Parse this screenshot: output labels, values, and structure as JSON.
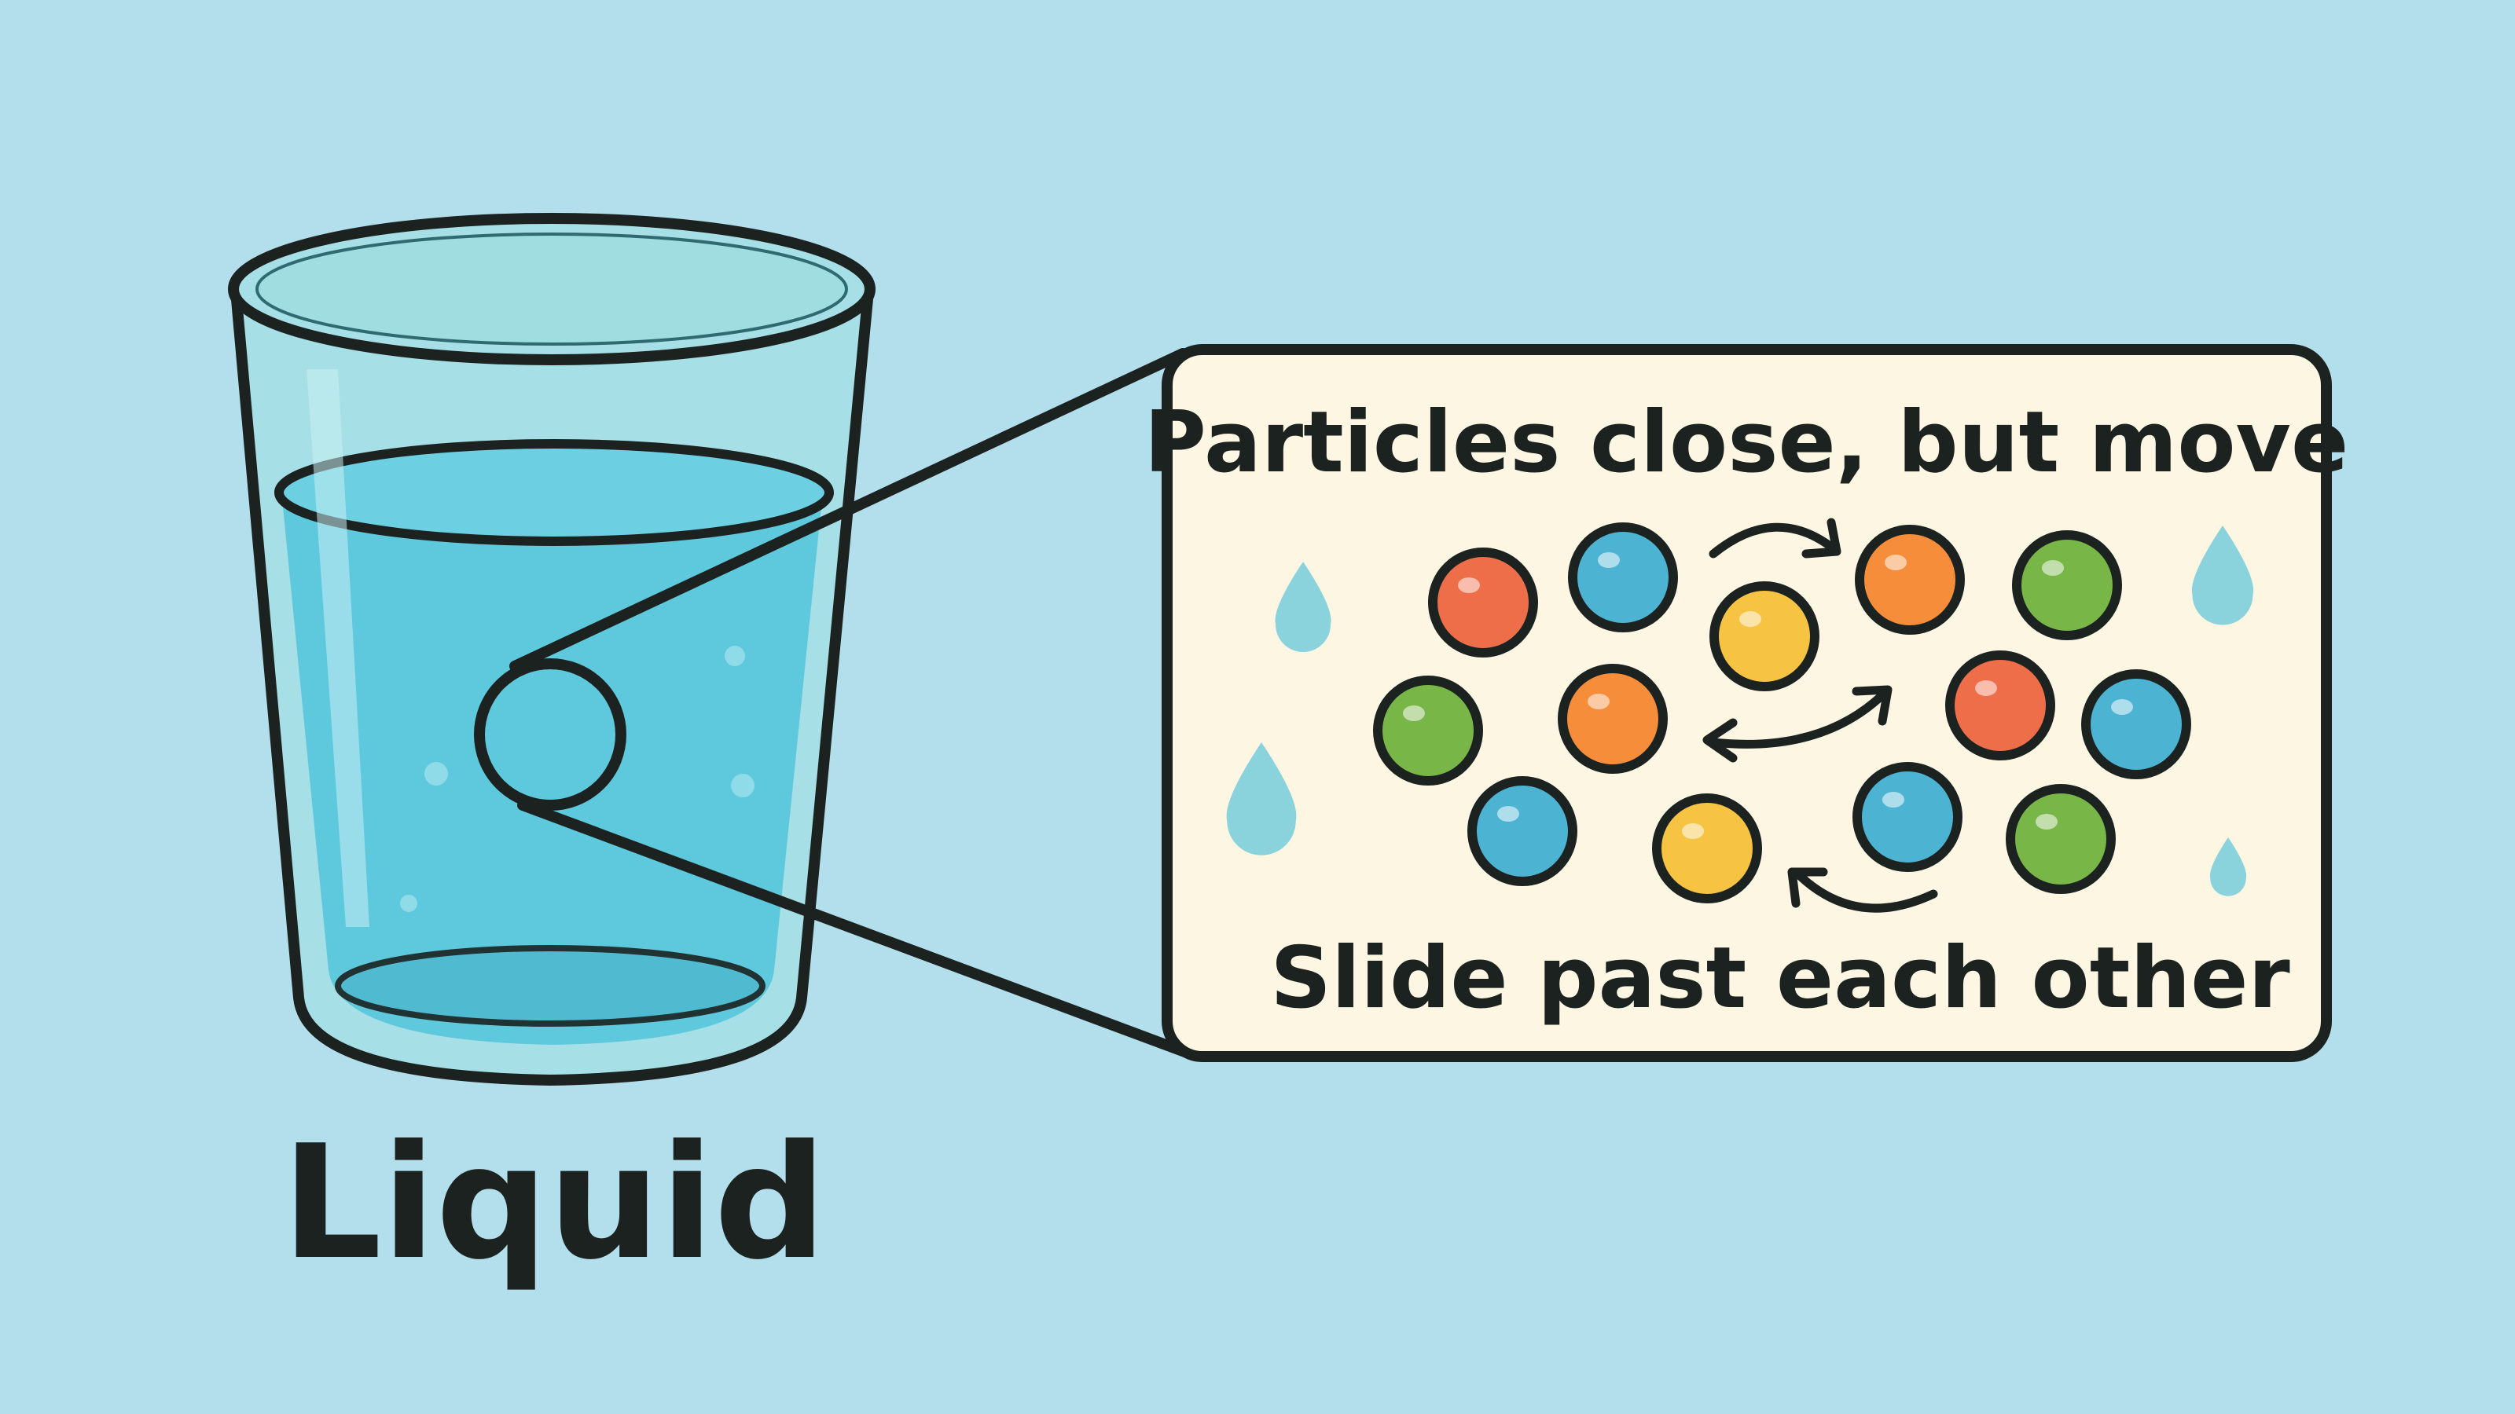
{
  "colors": {
    "background": "#b3dfec",
    "outline": "#1b2220",
    "water": "#5ec8dd",
    "glass": "#a6dfe6",
    "panel": "#fdf6e3",
    "droplet": "#8ad3dc",
    "particle_red": "#ef6e4a",
    "particle_blue": "#4cb3d2",
    "particle_yellow": "#f6c343",
    "particle_orange": "#f58d3a",
    "particle_green": "#79b648"
  },
  "glass": {
    "label": "Liquid"
  },
  "zoom_panel": {
    "title": "Particles close, but move",
    "caption": "Slide past each other",
    "particles": [
      "red",
      "blue",
      "yellow",
      "orange",
      "green",
      "green",
      "orange",
      "red",
      "blue",
      "blue",
      "yellow",
      "blue",
      "green"
    ],
    "icons": [
      "droplet-icon",
      "curved-arrow-icon"
    ]
  }
}
